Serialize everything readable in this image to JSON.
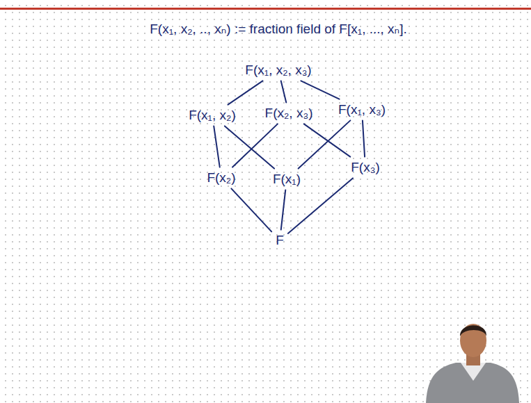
{
  "diagram": {
    "title": "F(x₁, x₂, .., xₙ) := fraction field of F[x₁, ..., xₙ].",
    "nodes": [
      {
        "text": [
          "F(x₁, x₂, x₃)"
        ]
      },
      {
        "text": [
          "F(x₁, x₂)"
        ]
      },
      {
        "text": [
          "F(x₂, x₃)"
        ]
      },
      {
        "text": [
          "F(x₁, x₃)"
        ]
      },
      {
        "text": [
          "F(x₂)"
        ]
      },
      {
        "text": [
          "F(x₁)"
        ]
      },
      {
        "text": [
          "F(x₃)"
        ]
      },
      {
        "text": [
          "F"
        ]
      }
    ],
    "edges": [
      {
        "from": 0,
        "to": 1,
        "arrow": "none"
      },
      {
        "from": 0,
        "to": 2,
        "arrow": "none"
      },
      {
        "from": 0,
        "to": 3,
        "arrow": "none"
      },
      {
        "from": 1,
        "to": 4,
        "arrow": "none"
      },
      {
        "from": 1,
        "to": 5,
        "arrow": "none"
      },
      {
        "from": 2,
        "to": 4,
        "arrow": "none"
      },
      {
        "from": 2,
        "to": 6,
        "arrow": "none"
      },
      {
        "from": 3,
        "to": 5,
        "arrow": "none"
      },
      {
        "from": 3,
        "to": 6,
        "arrow": "none"
      },
      {
        "from": 4,
        "to": 7,
        "arrow": "none"
      },
      {
        "from": 5,
        "to": 7,
        "arrow": "none"
      },
      {
        "from": 6,
        "to": 7,
        "arrow": "none"
      }
    ]
  }
}
